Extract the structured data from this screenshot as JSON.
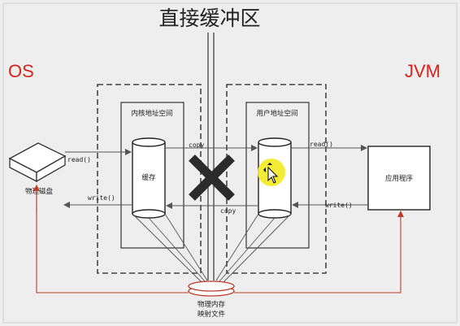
{
  "title": "直接缓冲区",
  "os_label": "OS",
  "jvm_label": "JVM",
  "kernel_space": "内核地址空间",
  "user_space": "用户地址空间",
  "cache_label": "缓存",
  "disk_label": "物理磁盘",
  "app_label": "应用程序",
  "mmap_label_line1": "物理内存",
  "mmap_label_line2": "映射文件",
  "arrows": {
    "read_left": "read()",
    "write_left": "write()",
    "copy_top": "copy",
    "copy_bottom": "copy",
    "read_right": "read()",
    "write_right": "write()"
  },
  "colors": {
    "os": "#d9231c",
    "jvm": "#d9231c",
    "red_line": "#c0392b",
    "cross": "#2b2b2b",
    "cursor_highlight": "#f2ea2a"
  }
}
